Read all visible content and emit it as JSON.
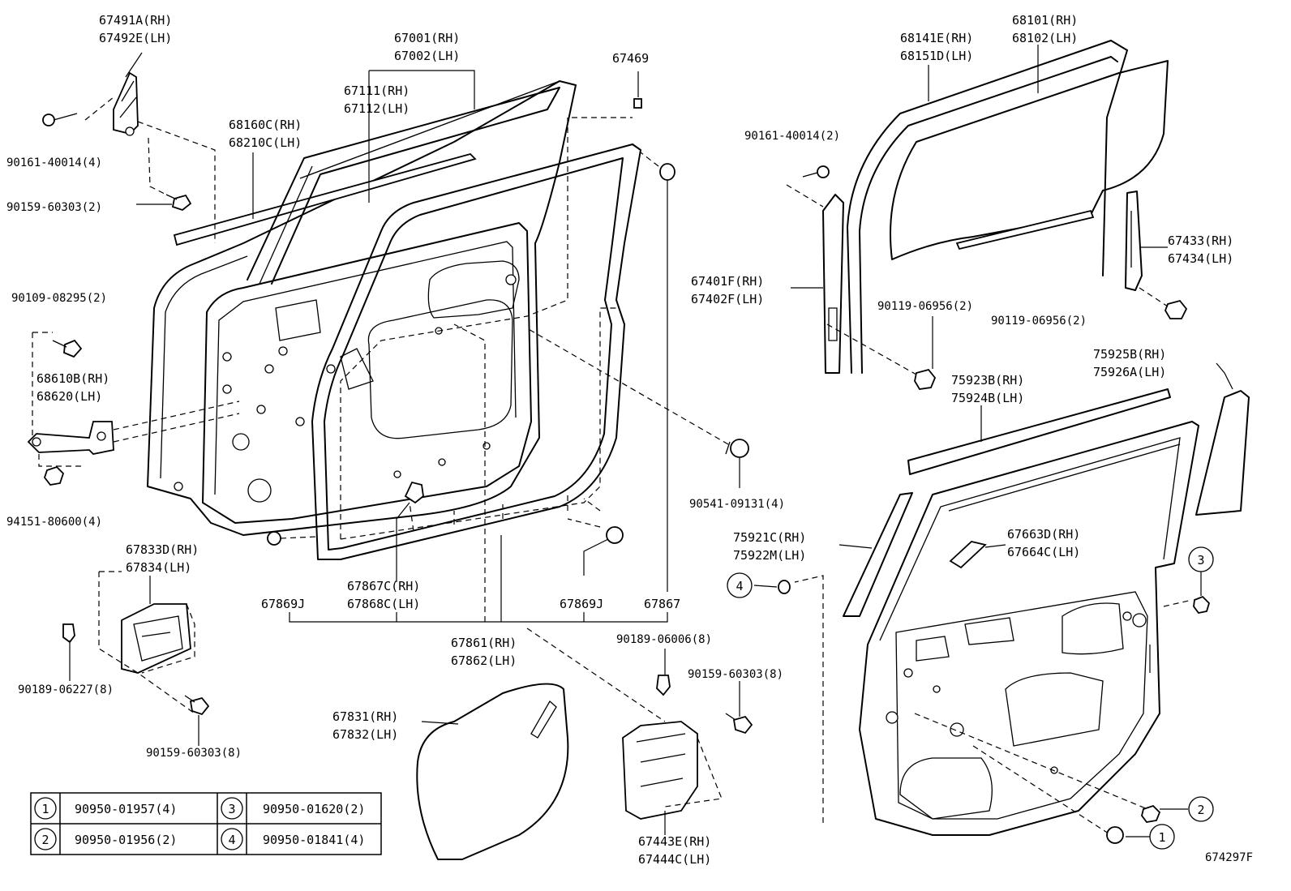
{
  "callouts": {
    "hinge_upper": [
      "67491A(RH)",
      "67492E(LH)"
    ],
    "panel_outer": [
      "67001(RH)",
      "67002(LH)"
    ],
    "weatherstrip_main": [
      "67111(RH)",
      "67112(LH)"
    ],
    "belt_molding": [
      "68160C(RH)",
      "68210C(LH)"
    ],
    "part_67469": "67469",
    "bolt_90161_left": "90161-40014(4)",
    "bolt_90159_left": "90159-60303(2)",
    "bolt_90109": "90109-08295(2)",
    "check_assy": [
      "68610B(RH)",
      "68620(LH)"
    ],
    "nut_94151": "94151-80600(4)",
    "frame_67833": [
      "67833D(RH)",
      "67834(LH)"
    ],
    "clip_90189_left": "90189-06227(8)",
    "bolt_90159_bottom": "90159-60303(8)",
    "hole_plug_left": "67869J",
    "service_hole": [
      "67867C(RH)",
      "67868C(LH)"
    ],
    "hole_plug_right": "67869J",
    "part_67867": "67867",
    "door_panel_inner": [
      "67861(RH)",
      "67862(LH)"
    ],
    "cover_67831": [
      "67831(RH)",
      "67832(LH)"
    ],
    "clip_90541": "90541-09131(4)",
    "clip_90189_mid": "90189-06006(8)",
    "bolt_90159_mid": "90159-60303(8)",
    "cover_67443": [
      "67443E(RH)",
      "67444C(LH)"
    ],
    "run_channel": [
      "68141E(RH)",
      "68151D(LH)"
    ],
    "glass_sub": [
      "68101(RH)",
      "68102(LH)"
    ],
    "bolt_90161_right": "90161-40014(2)",
    "sash_front": [
      "67401F(RH)",
      "67402F(LH)"
    ],
    "bolt_90119_a": "90119-06956(2)",
    "sash_rear": [
      "67433(RH)",
      "67434(LH)"
    ],
    "bolt_90119_b": "90119-06956(2)",
    "garnish_75925": [
      "75925B(RH)",
      "75926A(LH)"
    ],
    "molding_75923": [
      "75923B(RH)",
      "75924B(LH)"
    ],
    "molding_75921": [
      "75921C(RH)",
      "75922M(LH)"
    ],
    "part_67663": [
      "67663D(RH)",
      "67664C(LH)"
    ]
  },
  "markers": {
    "m1": "1",
    "m2": "2",
    "m3": "3",
    "m4": "4"
  },
  "legend": [
    {
      "num": "1",
      "part": "90950-01957(4)"
    },
    {
      "num": "3",
      "part": "90950-01620(2)"
    },
    {
      "num": "2",
      "part": "90950-01956(2)"
    },
    {
      "num": "4",
      "part": "90950-01841(4)"
    }
  ],
  "diagram_id": "674297F"
}
